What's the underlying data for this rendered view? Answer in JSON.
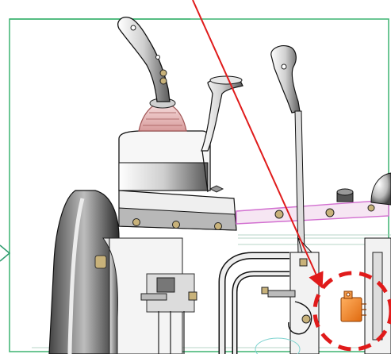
{
  "diagram": {
    "kind": "technical-line-drawing",
    "subject": "operator-cab-joystick-console",
    "frame_color": "#3cb371",
    "line_color": "#1a1a1a",
    "callout_color": "#e01b1b",
    "highlight_color": "#d26fd0",
    "component_color": "#f07a1e",
    "pointer_arrow_color": "#2e9b6e",
    "parts": [
      "joystick-lever",
      "rubber-boot",
      "second-control-lever",
      "vertical-rod",
      "control-console",
      "armrest-pad",
      "seat-bracket",
      "rounded-knob",
      "pink-link-bar",
      "tube-frame",
      "relay-module",
      "mounting-bracket"
    ],
    "callout": {
      "shape": "dashed-circle",
      "target": "relay-module",
      "leader": "diagonal-arrow-from-top"
    }
  }
}
